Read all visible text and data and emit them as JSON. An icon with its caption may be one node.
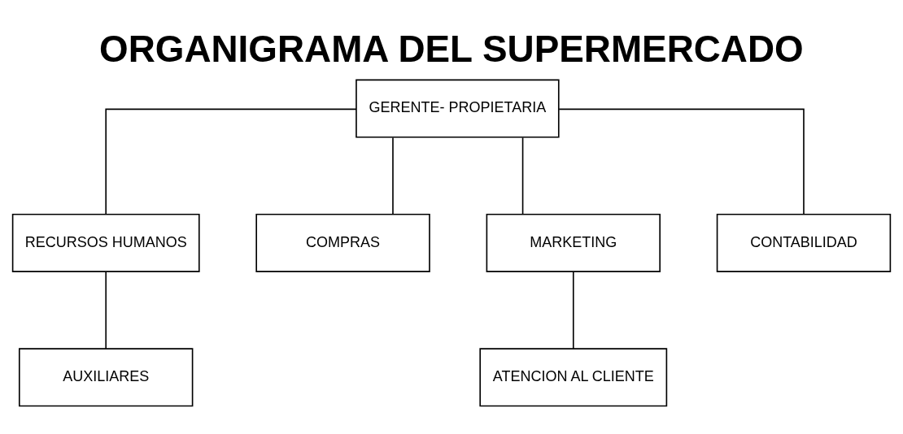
{
  "diagram": {
    "title": "ORGANIGRAMA DEL SUPERMERCADO",
    "nodes": [
      {
        "text": [
          "GERENTE- PROPIETARIA"
        ]
      },
      {
        "text": [
          "RECURSOS HUMANOS"
        ]
      },
      {
        "text": [
          "COMPRAS"
        ]
      },
      {
        "text": [
          "MARKETING"
        ]
      },
      {
        "text": [
          "CONTABILIDAD"
        ]
      },
      {
        "text": [
          "AUXILIARES"
        ]
      },
      {
        "text": [
          "ATENCION AL CLIENTE"
        ]
      }
    ],
    "edges": [
      {
        "from": 0,
        "to": 1,
        "arrow": "none"
      },
      {
        "from": 0,
        "to": 2,
        "arrow": "none"
      },
      {
        "from": 0,
        "to": 3,
        "arrow": "none"
      },
      {
        "from": 0,
        "to": 4,
        "arrow": "none"
      },
      {
        "from": 1,
        "to": 5,
        "arrow": "none"
      },
      {
        "from": 3,
        "to": 6,
        "arrow": "none"
      }
    ]
  }
}
